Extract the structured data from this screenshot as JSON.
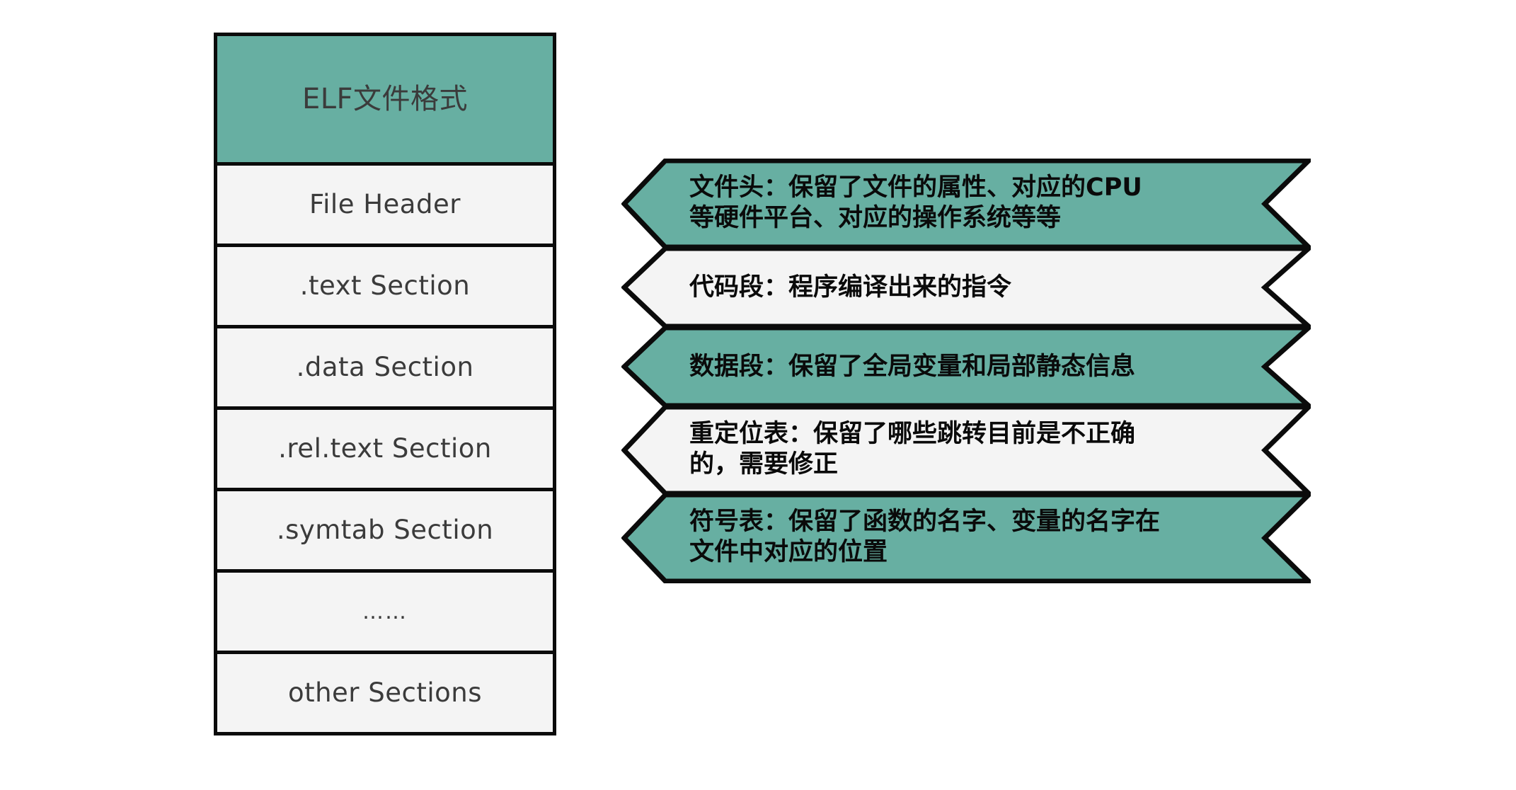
{
  "colors": {
    "accent_teal": "#67afa2",
    "panel_offwhite": "#f4f4f4",
    "outline_black": "#0b0b0b",
    "label_gray": "#3b3b3b",
    "chevron_text": "#0a0a0a",
    "page_background": "#ffffff"
  },
  "elf_stack": {
    "title": "ELF文件格式",
    "rows": [
      {
        "label": "ELF文件格式",
        "fill": "teal",
        "kind": "header"
      },
      {
        "label": "File Header",
        "fill": "offwhite",
        "kind": "section"
      },
      {
        "label": ".text Section",
        "fill": "offwhite",
        "kind": "section"
      },
      {
        "label": ".data Section",
        "fill": "offwhite",
        "kind": "section"
      },
      {
        "label": ".rel.text Section",
        "fill": "offwhite",
        "kind": "section"
      },
      {
        "label": ".symtab Section",
        "fill": "offwhite",
        "kind": "section"
      },
      {
        "label": "……",
        "fill": "offwhite",
        "kind": "ellipsis"
      },
      {
        "label": "other Sections",
        "fill": "offwhite",
        "kind": "section"
      }
    ]
  },
  "chevrons": [
    {
      "fill": "teal",
      "lines": [
        "文件头：保留了文件的属性、对应的CPU",
        "等硬件平台、对应的操作系统等等"
      ],
      "describes": "File Header"
    },
    {
      "fill": "offwhite",
      "lines": [
        "代码段：程序编译出来的指令"
      ],
      "describes": ".text Section"
    },
    {
      "fill": "teal",
      "lines": [
        "数据段：保留了全局变量和局部静态信息"
      ],
      "describes": ".data Section"
    },
    {
      "fill": "offwhite",
      "lines": [
        "重定位表：保留了哪些跳转目前是不正确",
        "的，需要修正"
      ],
      "describes": ".rel.text Section"
    },
    {
      "fill": "teal",
      "lines": [
        "符号表：保留了函数的名字、变量的名字在",
        "文件中对应的位置"
      ],
      "describes": ".symtab Section"
    }
  ]
}
